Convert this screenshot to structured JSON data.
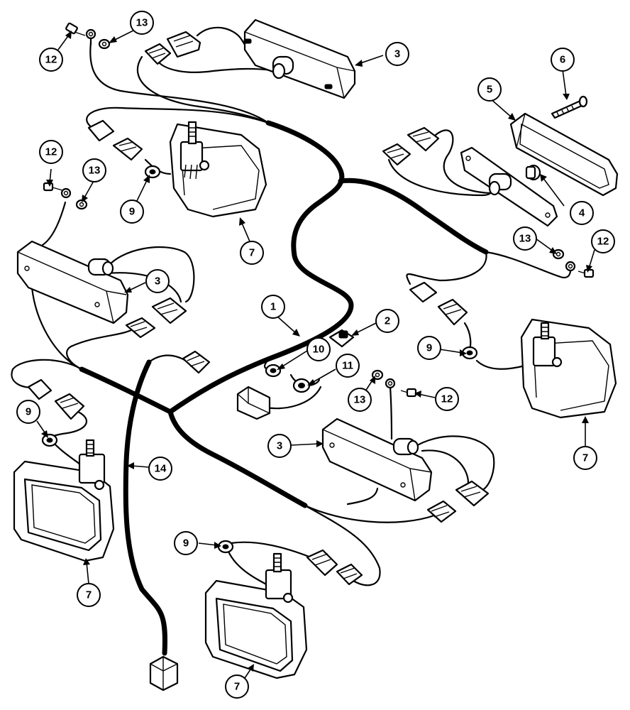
{
  "callouts": {
    "c1": "1",
    "c2": "2",
    "c3a": "3",
    "c3b": "3",
    "c3c": "3",
    "c4": "4",
    "c5": "5",
    "c6": "6",
    "c7a": "7",
    "c7b": "7",
    "c7c": "7",
    "c7d": "7",
    "c9a": "9",
    "c9b": "9",
    "c9c": "9",
    "c9d": "9",
    "c10": "10",
    "c11": "11",
    "c12a": "12",
    "c12b": "12",
    "c12c": "12",
    "c12d": "12",
    "c13a": "13",
    "c13b": "13",
    "c13c": "13",
    "c13d": "13",
    "c14": "14"
  }
}
